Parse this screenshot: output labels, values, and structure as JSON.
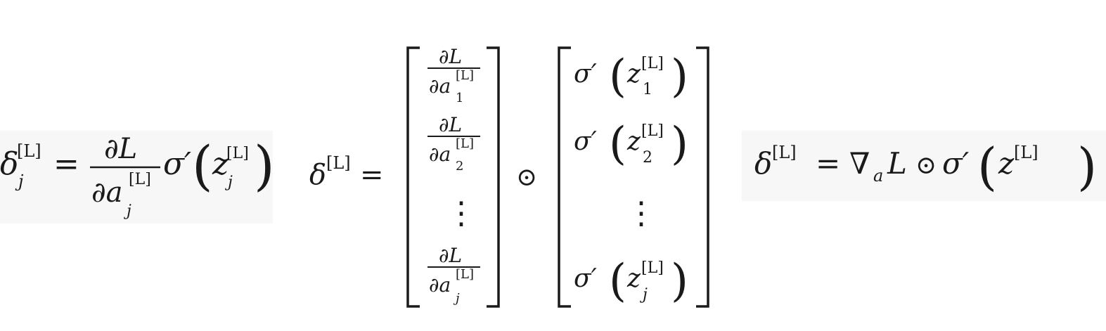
{
  "equation_left": {
    "delta": "δ",
    "sup": "[L]",
    "sub_j": "j",
    "equals": "=",
    "num": "∂L",
    "den_partial": "∂a",
    "sigma_prime": "σ′",
    "z": "z",
    "lparen": "(",
    "rparen": ")"
  },
  "equation_middle": {
    "delta": "δ",
    "sup": "[L]",
    "equals": "=",
    "vector_a": {
      "num": "∂L",
      "den": "∂a",
      "sup": "[L]",
      "subs": [
        "1",
        "2",
        "j"
      ],
      "vdots": "⋮"
    },
    "hadamard": "⊙",
    "vector_b": {
      "sigma_prime": "σ′",
      "z": "z",
      "sup": "[L]",
      "subs": [
        "1",
        "2",
        "j"
      ],
      "vdots": "⋮",
      "lparen": "(",
      "rparen": ")"
    }
  },
  "equation_right": {
    "delta": "δ",
    "sup": "[L]",
    "equals": "=",
    "nabla": "∇",
    "sub_a": "a",
    "L": "L",
    "hadamard": "⊙",
    "sigma_prime": "σ′",
    "lparen": "(",
    "z": "z",
    "z_sup": "[L]",
    "rparen": ")"
  },
  "colors": {
    "panel_bg": "#f7f7f7",
    "ink": "#1a1a1a"
  }
}
